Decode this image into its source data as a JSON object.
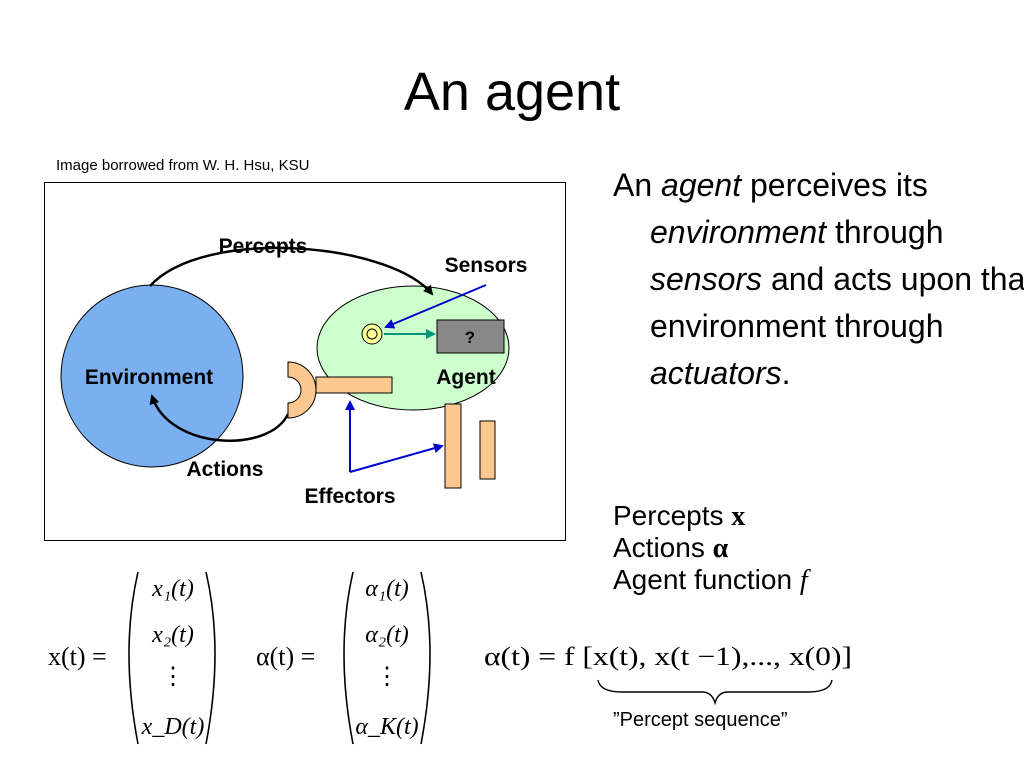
{
  "slide": {
    "title": "An agent",
    "credit": "Image borrowed from W. H. Hsu, KSU"
  },
  "diagram": {
    "labels": {
      "percepts": "Percepts",
      "sensors": "Sensors",
      "environment": "Environment",
      "agent": "Agent",
      "box": "?",
      "actions": "Actions",
      "effectors": "Effectors"
    },
    "colors": {
      "environment_fill": "#7ab0f0",
      "agent_fill": "#ccffcc",
      "effector_fill": "#fcc890",
      "box_fill": "#888888",
      "sensor_fill": "#ffff99",
      "pointer_blue": "#0000cc",
      "signal_teal": "#009977"
    }
  },
  "definition": {
    "p1": "An ",
    "agent": "agent",
    "p2": " perceives its ",
    "environment": "environment",
    "p3": " through ",
    "sensors": "sensors",
    "p4": " and acts upon that environment through ",
    "actuators": "actuators",
    "p5": "."
  },
  "defs": {
    "percepts_label": "Percepts",
    "percepts_symbol": "x",
    "actions_label": "Actions",
    "actions_symbol": "α",
    "function_label": "Agent function",
    "function_symbol": "f"
  },
  "equations": {
    "x_lhs": "x(t) =",
    "x_entries": [
      "x₁(t)",
      "x₂(t)",
      "⋮",
      "x_D(t)"
    ],
    "a_lhs": "α(t) =",
    "a_entries": [
      "α₁(t)",
      "α₂(t)",
      "⋮",
      "α_K(t)"
    ],
    "mapping": "α(t) = f [x(t), x(t −1),..., x(0)]"
  },
  "caption": "”Percept sequence”"
}
